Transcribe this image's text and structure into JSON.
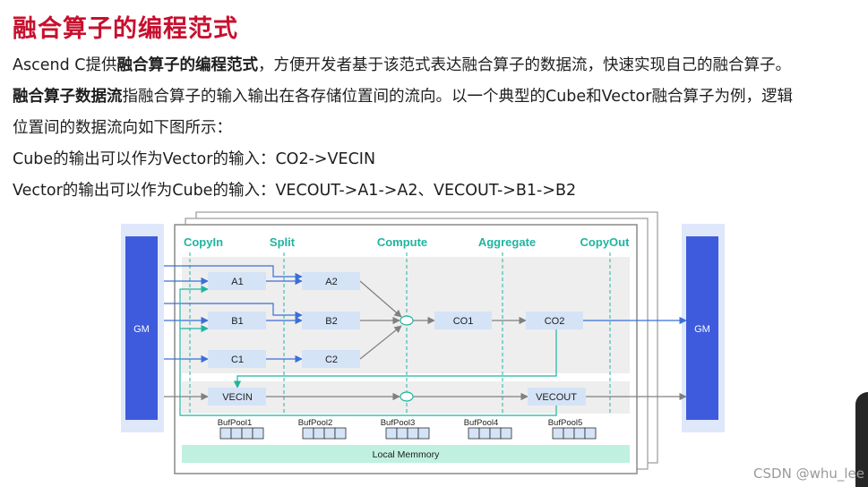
{
  "title": "融合算子的编程范式",
  "paragraph": {
    "l1_a": "Ascend C提供",
    "l1_b": "融合算子的编程范式",
    "l1_c": "，方便开发者基于该范式表达融合算子的数据流，快速实现自己的融合算子。",
    "l2_a": "融合算子数据流",
    "l2_b": "指融合算子的输入输出在各存储位置间的流向。以一个典型的Cube和Vector融合算子为例，逻辑",
    "l3": "位置间的数据流向如下图所示：",
    "l4": "Cube的输出可以作为Vector的输入：CO2->VECIN",
    "l5": "Vector的输出可以作为Cube的输入：VECOUT->A1->A2、VECOUT->B1->B2"
  },
  "diagram": {
    "stages": [
      "CopyIn",
      "Split",
      "Compute",
      "Aggregate",
      "CopyOut"
    ],
    "gm_left": "GM",
    "gm_right": "GM",
    "nodes": {
      "a1": "A1",
      "a2": "A2",
      "b1": "B1",
      "b2": "B2",
      "c1": "C1",
      "c2": "C2",
      "co1": "CO1",
      "co2": "CO2",
      "vecin": "VECIN",
      "vecout": "VECOUT"
    },
    "bufpools": [
      "BufPool1",
      "BufPool2",
      "BufPool3",
      "BufPool4",
      "BufPool5"
    ],
    "local_memory": "Local Memmory"
  },
  "watermark": "CSDN @whu_lee",
  "colors": {
    "title": "#c8102e",
    "stage": "#1fb5a0",
    "gm": "#3d5bdc",
    "node": "#d5e3f7",
    "arrow": "#3a6fd8",
    "local": "#bff0e0"
  }
}
